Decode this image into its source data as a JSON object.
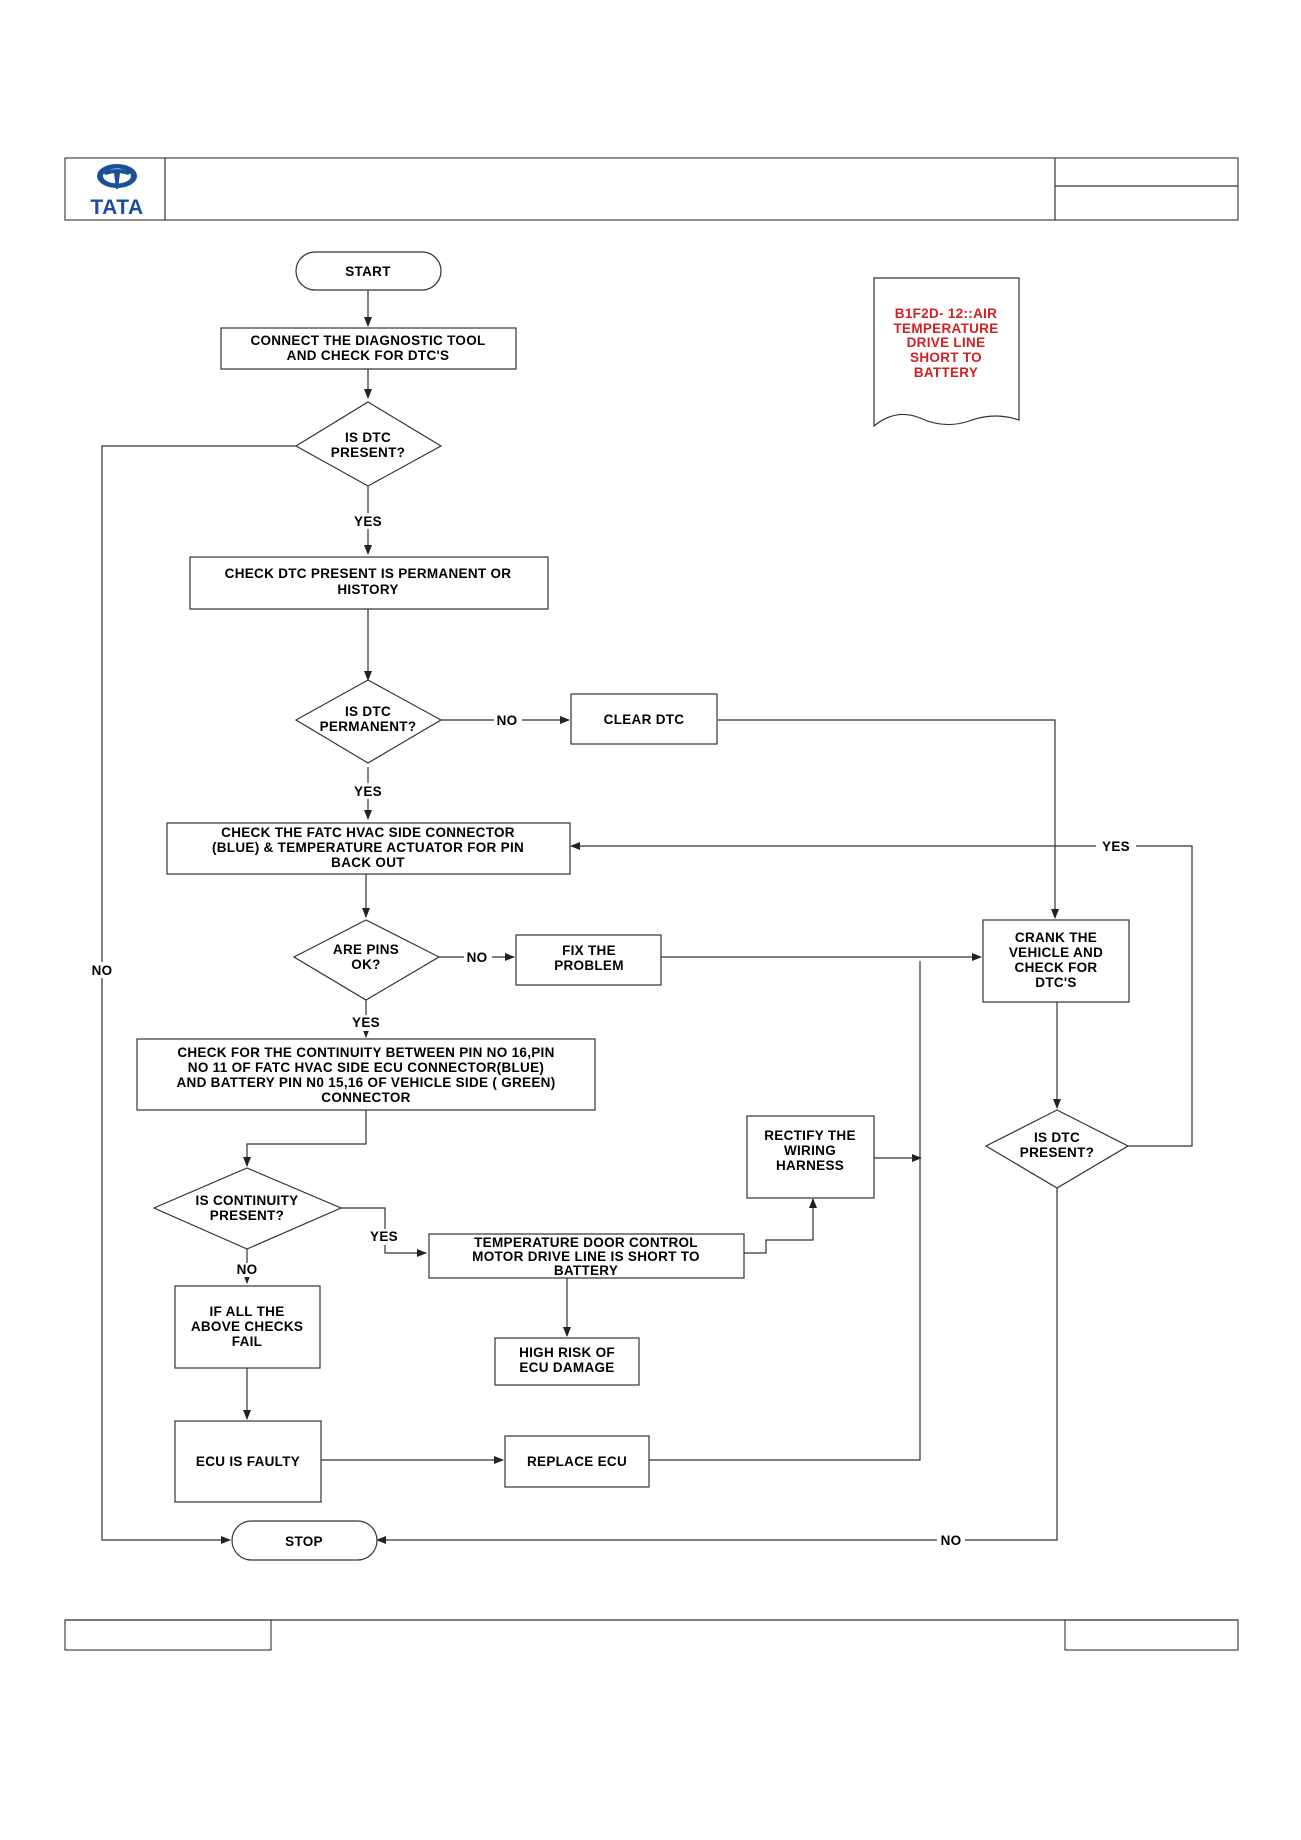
{
  "header": {
    "logo_text": "TATA",
    "logo_color": "#1b4f9c"
  },
  "flowchart": {
    "start": "START",
    "connect_tool": [
      "CONNECT THE DIAGNOSTIC TOOL",
      "AND CHECK FOR  DTC'S"
    ],
    "is_dtc_present": [
      "IS  DTC",
      "PRESENT?"
    ],
    "check_perm": [
      "CHECK DTC  PRESENT IS PERMANENT OR",
      "HISTORY"
    ],
    "is_dtc_permanent": [
      "IS  DTC",
      "PERMANENT?"
    ],
    "clear_dtc": "CLEAR DTC",
    "check_fatc": [
      "CHECK THE FATC HVAC SIDE CONNECTOR",
      "(BLUE) & TEMPERATURE ACTUATOR FOR PIN",
      "BACK OUT"
    ],
    "are_pins_ok": [
      "ARE PINS",
      "OK?"
    ],
    "fix_problem": [
      "FIX THE",
      "PROBLEM"
    ],
    "crank": [
      "CRANK THE",
      "VEHICLE AND",
      "CHECK FOR",
      "DTC'S"
    ],
    "check_continuity": [
      "CHECK FOR THE CONTINUITY BETWEEN PIN NO 16,PIN",
      "NO 11 OF FATC HVAC SIDE ECU CONNECTOR(BLUE)",
      "AND  BATTERY  PIN N0 15,16 OF VEHICLE SIDE ( GREEN)",
      "CONNECTOR"
    ],
    "rectify": [
      "RECTIFY THE",
      "WIRING",
      "HARNESS"
    ],
    "is_dtc_present_2": [
      "IS  DTC",
      "PRESENT?"
    ],
    "is_continuity": [
      "IS CONTINUITY",
      "PRESENT?"
    ],
    "temp_door": [
      "TEMPERATURE DOOR CONTROL",
      "MOTOR DRIVE LINE IS SHORT TO",
      "BATTERY"
    ],
    "all_checks_fail": [
      "IF ALL THE",
      "ABOVE CHECKS",
      "FAIL"
    ],
    "high_risk": [
      "HIGH RISK OF",
      "ECU DAMAGE"
    ],
    "ecu_faulty": "ECU IS FAULTY",
    "replace_ecu": "REPLACE ECU",
    "stop": "STOP",
    "dtc_note": [
      "B1F2D- 12::AIR",
      "TEMPERATURE",
      "DRIVE LINE",
      "SHORT TO",
      "BATTERY"
    ],
    "dtc_note_color": "#d21f24",
    "labels": {
      "yes": "YES",
      "no": "NO"
    }
  }
}
